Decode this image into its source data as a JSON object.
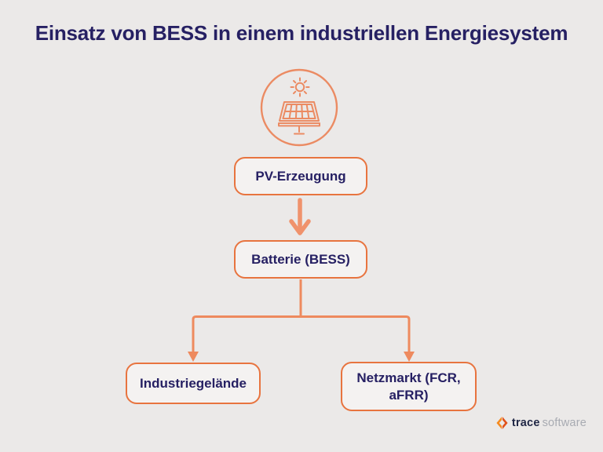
{
  "title": "Einsatz von BESS in einem industriellen Energiesystem",
  "diagram": {
    "nodes": [
      {
        "id": "pv",
        "label": "PV-Erzeugung"
      },
      {
        "id": "bess",
        "label": "Batterie (BESS)"
      },
      {
        "id": "industrie",
        "label": "Industriegelände"
      },
      {
        "id": "netzmarkt",
        "label": "Netzmarkt (FCR, aFRR)"
      }
    ],
    "edges": [
      {
        "from": "PV-Erzeugung",
        "to": "Batterie (BESS)"
      },
      {
        "from": "Batterie (BESS)",
        "to": "Industriegelände"
      },
      {
        "from": "Batterie (BESS)",
        "to": "Netzmarkt (FCR, aFRR)"
      }
    ],
    "icon": "solar-panel-with-sun"
  },
  "logo": {
    "word1": "trace",
    "word2": "software"
  },
  "colors": {
    "background": "#ebe9e8",
    "text": "#262063",
    "box_border": "#e8743f",
    "box_fill": "#f4f2f1",
    "connector": "#ee8a5e",
    "logo_orange": "#f68b1f"
  }
}
